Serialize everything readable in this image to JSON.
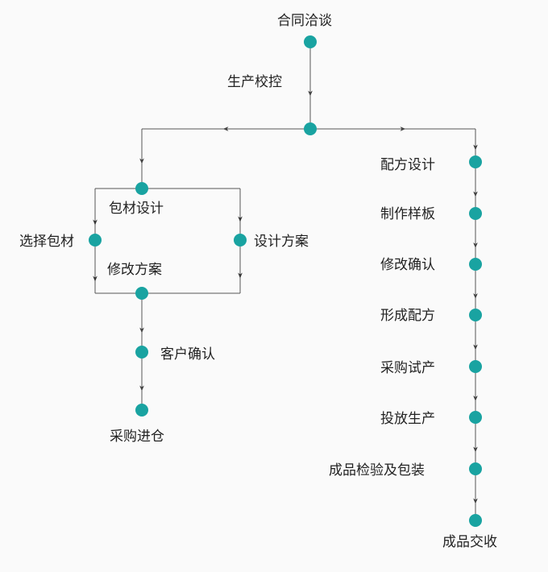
{
  "colors": {
    "node": "#19a3a1",
    "line": "#555555",
    "arrow": "#333333",
    "text": "#222222"
  },
  "diagram": {
    "start": "合同洽谈",
    "step_review": "生产校控",
    "left_branch": {
      "pack_design": "包材设计",
      "select_material": "选择包材",
      "design_plan": "设计方案",
      "revise_plan": "修改方案",
      "customer_confirm": "客户确认",
      "purchase_storage": "采购进仓"
    },
    "right_branch": {
      "steps": [
        "配方设计",
        "制作样板",
        "修改确认",
        "形成配方",
        "采购试产",
        "投放生产",
        "成品检验及包装"
      ],
      "end": "成品交收"
    }
  }
}
